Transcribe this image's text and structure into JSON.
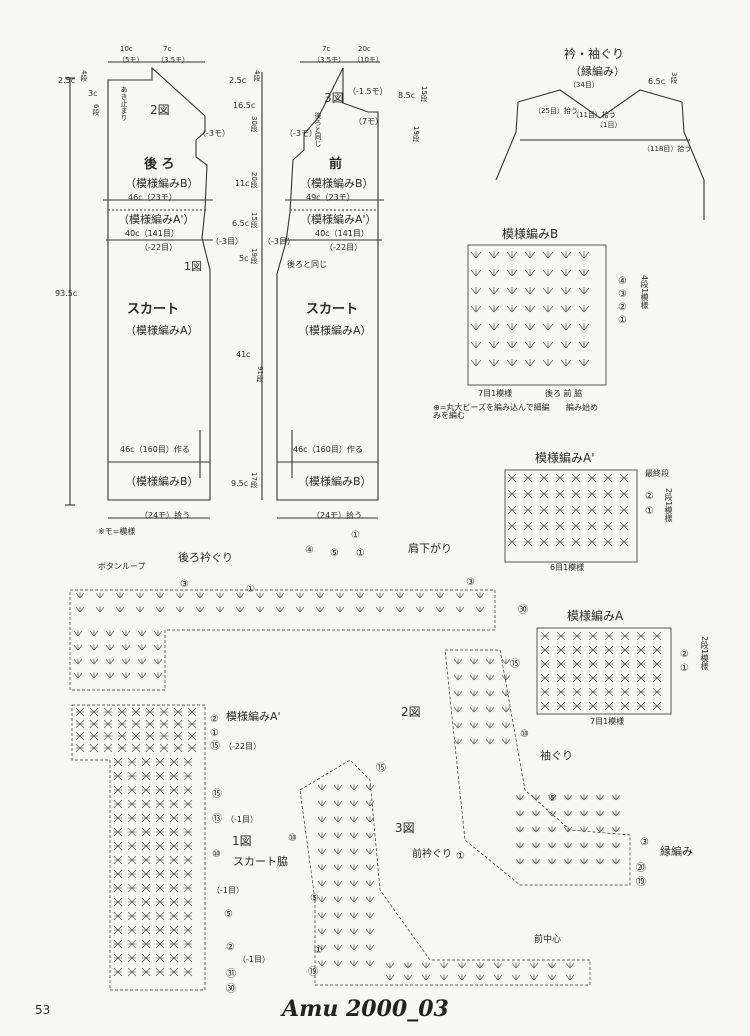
{
  "page": {
    "number": "53",
    "footer_title": "Amu 2000_03"
  },
  "schematic": {
    "back": {
      "figure": "2図",
      "name": "後 ろ",
      "pattern_b": "（模様編みB）",
      "pattern_a_prime": "（模様編みA'）",
      "skirt": "スカート",
      "skirt_pattern": "（模様編みA）",
      "hem": "（模様編みB）",
      "fig1": "1図",
      "opening": "あき止まり",
      "top_dims": [
        "10c",
        "（5モ）",
        "7c",
        "（3.5モ）"
      ],
      "left_dims": [
        "2.5c",
        "4段",
        "3c",
        "6段"
      ],
      "side_notes": [
        "（-3モ）",
        "（-3目）",
        "（-22目）"
      ],
      "widths": [
        "46c（23モ）",
        "40c（141目）",
        "46c（160目）作る",
        "（24モ）拾う"
      ],
      "total": "93.5c"
    },
    "front": {
      "figure": "3図",
      "name": "前",
      "pattern_b": "（模様編みB）",
      "pattern_a_prime": "（模様編みA'）",
      "skirt": "スカート",
      "skirt_pattern": "（模様編みA）",
      "hem": "（模様編みB）",
      "same_as_back": "後ろと同じ",
      "same_as_back2": "後ろと同じ",
      "top_dims": [
        "7c",
        "（3.5モ）",
        "20c",
        "（10モ）"
      ],
      "side_notes": [
        "（-1.5モ）",
        "（7モ）",
        "（-3モ）",
        "（-3目）",
        "（-22目）"
      ],
      "widths": [
        "49c（23モ）",
        "40c（141目）",
        "46c（160目）作る",
        "（24モ）拾う"
      ]
    },
    "center_dims": [
      "2.5c",
      "4段",
      "16.5c",
      "30段",
      "11c",
      "20段",
      "6.5c",
      "15段",
      "5c",
      "19段",
      "41c",
      "91段",
      "9.5c",
      "17段"
    ],
    "right_dims": [
      "8.5c",
      "15段",
      "19段"
    ],
    "legend": "※モ=模様"
  },
  "collar_armhole": {
    "title": "衿・袖ぐり",
    "subtitle": "（縁編み）",
    "labels": [
      "（34目）",
      "（25目）拾う",
      "（11目）拾う",
      "（1目）",
      "（118目）拾う",
      "6.5c",
      "3段"
    ]
  },
  "pattern_b": {
    "title": "模様編みB",
    "rows": [
      "④",
      "③",
      "②",
      "①"
    ],
    "rows_note": "4段1模様",
    "bottom_labels": [
      "7目1模様",
      "後ろ 前 脇",
      "編み始め"
    ],
    "note": "⊕=丸大ビーズを編み込んで細編みを編む"
  },
  "pattern_a_prime": {
    "title": "模様編みA'",
    "rows": [
      "最終段",
      "②",
      "①"
    ],
    "rows_note": "2段1模様",
    "bottom_label": "6目1模様"
  },
  "pattern_a": {
    "title": "模様編みA",
    "rows": [
      "②",
      "①"
    ],
    "rows_note": "2段1模様",
    "bottom_label": "7目1模様"
  },
  "chart_back": {
    "labels": [
      "ボタンループ",
      "後ろ衿ぐり",
      "肩下がり",
      "③",
      "①",
      "④",
      "①",
      "⑤",
      "①",
      "③",
      "㉚",
      "模様編みA'",
      "②",
      "①",
      "⑮",
      "（-22目）",
      "2図",
      "⑮",
      "⑬",
      "（-1目）",
      "⑩",
      "1図",
      "スカート脇",
      "（-1目）",
      "⑤",
      "②",
      "（-1目）",
      "㉛",
      "㉚"
    ]
  },
  "chart_front": {
    "labels": [
      "⑮",
      "⑩",
      "3図",
      "前衿ぐり",
      "⑤",
      "①",
      "⑲",
      "前中心",
      "⑮",
      "⑩",
      "袖ぐり",
      "⑤",
      "①",
      "③",
      "縁編み",
      "⑳",
      "⑲"
    ]
  }
}
